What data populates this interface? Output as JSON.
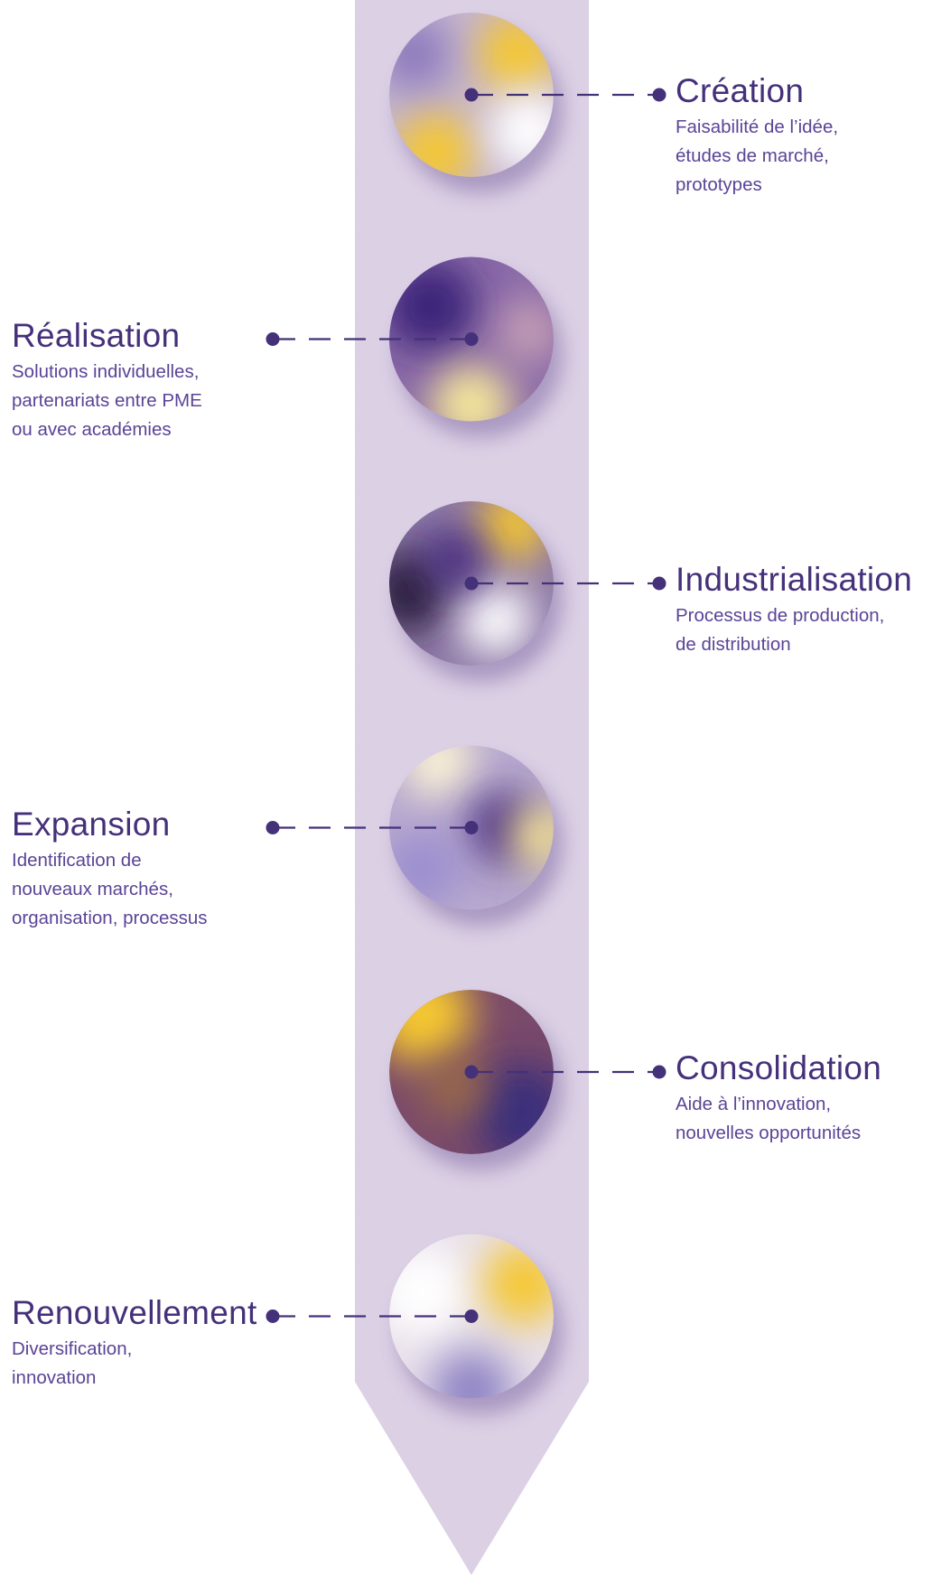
{
  "colors": {
    "band": "#ddd1e6",
    "accent": "#45307a",
    "text": "#45307a",
    "subtext": "#5a4496",
    "yellow": "#f5c733",
    "cream": "#f8f1d2"
  },
  "stages": [
    {
      "title": "Création",
      "description": "Faisabilité de l’idée,\nétudes de marché,\nprototypes",
      "side": "right"
    },
    {
      "title": "Réalisation",
      "description": "Solutions individuelles,\npartenariats entre PME\nou avec académies",
      "side": "left"
    },
    {
      "title": "Industrialisation",
      "description": "Processus de production,\nde distribution",
      "side": "right"
    },
    {
      "title": "Expansion",
      "description": "Identification de\nnouveaux marchés,\norganisation, processus",
      "side": "left"
    },
    {
      "title": "Consolidation",
      "description": "Aide à l’innovation,\nnouvelles opportunités",
      "side": "right"
    },
    {
      "title": "Renouvellement",
      "description": "Diversification,\ninnovation",
      "side": "left"
    }
  ]
}
